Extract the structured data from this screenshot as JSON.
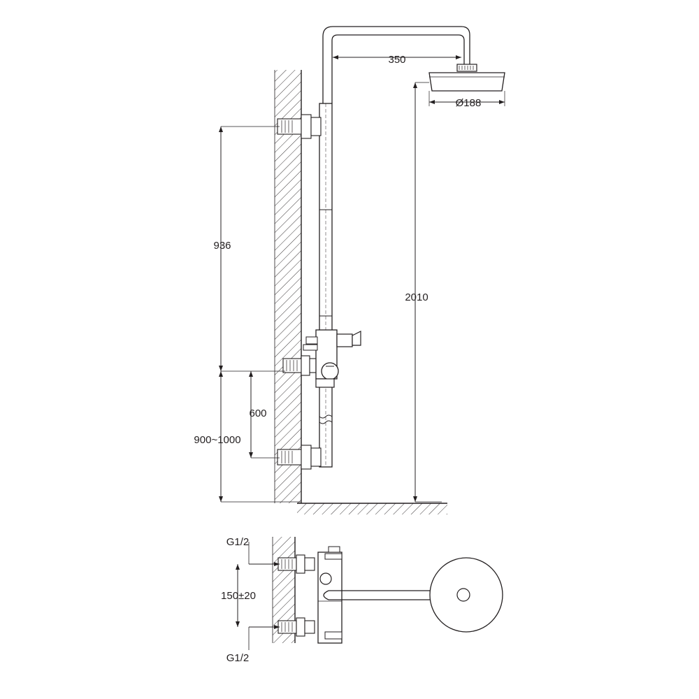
{
  "drawing": {
    "title": "Shower column technical drawing",
    "dimensions": {
      "arm_length": "350",
      "head_diameter": "Ø188",
      "upper_height": "936",
      "total_height": "2010",
      "valve_height": "600",
      "mounting_range": "900~1000",
      "inlet_spacing": "150±20",
      "inlet_top": "G1/2",
      "inlet_bottom": "G1/2"
    },
    "colors": {
      "line": "#231f20",
      "hatch": "#231f20",
      "fill": "#ffffff"
    }
  }
}
